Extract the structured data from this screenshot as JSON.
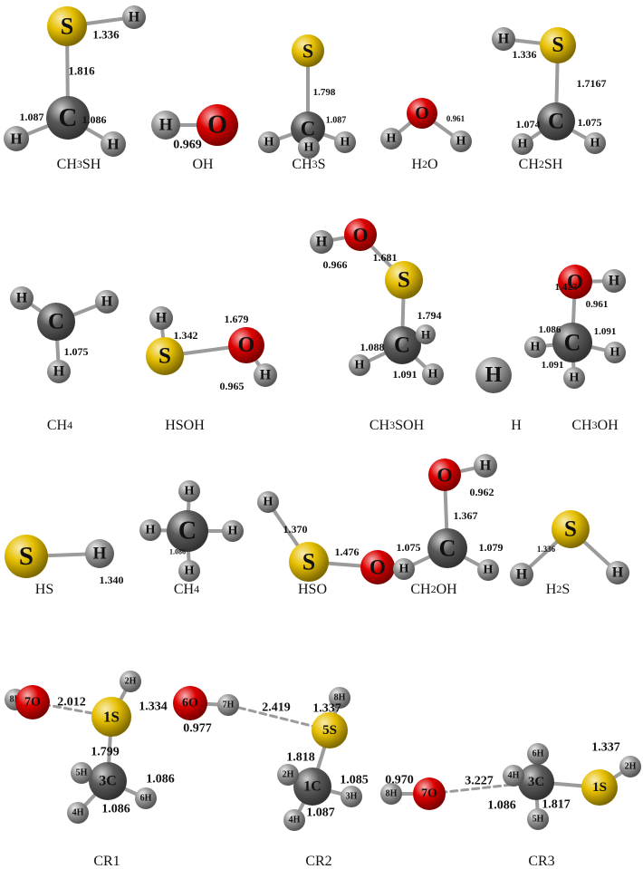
{
  "colors": {
    "S": "#e7c000",
    "O": "#dd0000",
    "C": "#5a5a5a",
    "H": "#9a9a9a",
    "bond": "#9b9b9b",
    "dash": "#9b9b9b"
  },
  "molecules": [
    {
      "name": "CH3SH",
      "atoms": [
        {
          "el": "S",
          "label": "S"
        },
        {
          "el": "H",
          "label": "H"
        },
        {
          "el": "C",
          "label": "C"
        },
        {
          "el": "H",
          "label": "H"
        },
        {
          "el": "H",
          "label": "H"
        }
      ],
      "bonds": [
        {
          "a": 0,
          "b": 1
        },
        {
          "a": 0,
          "b": 2
        },
        {
          "a": 2,
          "b": 3
        },
        {
          "a": 2,
          "b": 4
        }
      ],
      "lengths": [
        "1.336",
        "1.816",
        "1.087",
        "1.086"
      ]
    },
    {
      "name": "OH",
      "atoms": [
        {
          "el": "H",
          "label": "H"
        },
        {
          "el": "O",
          "label": "O"
        }
      ],
      "bonds": [
        {
          "a": 0,
          "b": 1
        }
      ],
      "lengths": [
        "0.969"
      ]
    },
    {
      "name": "CH3S",
      "atoms": [
        {
          "el": "S",
          "label": "S"
        },
        {
          "el": "C",
          "label": "C"
        },
        {
          "el": "H",
          "label": "H"
        },
        {
          "el": "H",
          "label": "H"
        },
        {
          "el": "H",
          "label": "H"
        }
      ],
      "bonds": [
        {
          "a": 0,
          "b": 1
        },
        {
          "a": 1,
          "b": 2
        },
        {
          "a": 1,
          "b": 3
        },
        {
          "a": 1,
          "b": 4
        }
      ],
      "lengths": [
        "1.798",
        "1.087"
      ]
    },
    {
      "name": "H2O",
      "atoms": [
        {
          "el": "O",
          "label": "O"
        },
        {
          "el": "H",
          "label": "H"
        },
        {
          "el": "H",
          "label": "H"
        }
      ],
      "bonds": [
        {
          "a": 0,
          "b": 1
        },
        {
          "a": 0,
          "b": 2
        }
      ],
      "lengths": [
        "0.961"
      ]
    },
    {
      "name": "CH2SH",
      "atoms": [
        {
          "el": "S",
          "label": "S"
        },
        {
          "el": "H",
          "label": "H"
        },
        {
          "el": "C",
          "label": "C"
        },
        {
          "el": "H",
          "label": "H"
        },
        {
          "el": "H",
          "label": "H"
        }
      ],
      "bonds": [
        {
          "a": 0,
          "b": 1
        },
        {
          "a": 0,
          "b": 2
        },
        {
          "a": 2,
          "b": 3
        },
        {
          "a": 2,
          "b": 4
        }
      ],
      "lengths": [
        "1.336",
        "1.7167",
        "1.074",
        "1.075"
      ]
    },
    {
      "name": "CH4",
      "atoms": [
        {
          "el": "C",
          "label": "C"
        },
        {
          "el": "H",
          "label": "H"
        },
        {
          "el": "H",
          "label": "H"
        },
        {
          "el": "H",
          "label": "H"
        }
      ],
      "bonds": [
        {
          "a": 0,
          "b": 1
        },
        {
          "a": 0,
          "b": 2
        },
        {
          "a": 0,
          "b": 3
        }
      ],
      "lengths": [
        "1.075"
      ]
    },
    {
      "name": "HSOH",
      "atoms": [
        {
          "el": "S",
          "label": "S"
        },
        {
          "el": "H",
          "label": "H"
        },
        {
          "el": "O",
          "label": "O"
        },
        {
          "el": "H",
          "label": "H"
        }
      ],
      "bonds": [
        {
          "a": 0,
          "b": 1
        },
        {
          "a": 0,
          "b": 2
        },
        {
          "a": 2,
          "b": 3
        }
      ],
      "lengths": [
        "1.342",
        "1.679",
        "0.965"
      ]
    },
    {
      "name": "CH3SOH",
      "atoms": [
        {
          "el": "H",
          "label": "H"
        },
        {
          "el": "O",
          "label": "O"
        },
        {
          "el": "S",
          "label": "S"
        },
        {
          "el": "C",
          "label": "C"
        },
        {
          "el": "H",
          "label": "H"
        },
        {
          "el": "H",
          "label": "H"
        },
        {
          "el": "H",
          "label": "H"
        }
      ],
      "bonds": [
        {
          "a": 0,
          "b": 1
        },
        {
          "a": 1,
          "b": 2
        },
        {
          "a": 2,
          "b": 3
        },
        {
          "a": 3,
          "b": 4
        },
        {
          "a": 3,
          "b": 5
        },
        {
          "a": 3,
          "b": 6
        }
      ],
      "lengths": [
        "0.966",
        "1.681",
        "1.794",
        "1.088",
        "1.091"
      ]
    },
    {
      "name": "H",
      "atoms": [
        {
          "el": "H",
          "label": "H"
        }
      ],
      "bonds": [],
      "lengths": []
    },
    {
      "name": "CH3OH",
      "atoms": [
        {
          "el": "O",
          "label": "O"
        },
        {
          "el": "H",
          "label": "H"
        },
        {
          "el": "C",
          "label": "C"
        },
        {
          "el": "H",
          "label": "H"
        },
        {
          "el": "H",
          "label": "H"
        },
        {
          "el": "H",
          "label": "H"
        }
      ],
      "bonds": [
        {
          "a": 0,
          "b": 1
        },
        {
          "a": 0,
          "b": 2
        },
        {
          "a": 2,
          "b": 3
        },
        {
          "a": 2,
          "b": 4
        },
        {
          "a": 2,
          "b": 5
        }
      ],
      "lengths": [
        "0.961",
        "1.423",
        "1.086",
        "1.091",
        "1.091"
      ]
    },
    {
      "name": "HS",
      "atoms": [
        {
          "el": "S",
          "label": "S"
        },
        {
          "el": "H",
          "label": "H"
        }
      ],
      "bonds": [
        {
          "a": 0,
          "b": 1
        }
      ],
      "lengths": [
        "1.340"
      ]
    },
    {
      "name": "CH4",
      "atoms": [
        {
          "el": "C",
          "label": "C"
        },
        {
          "el": "H",
          "label": "H"
        },
        {
          "el": "H",
          "label": "H"
        },
        {
          "el": "H",
          "label": "H"
        },
        {
          "el": "H",
          "label": "H"
        }
      ],
      "bonds": [
        {
          "a": 0,
          "b": 1
        },
        {
          "a": 0,
          "b": 2
        },
        {
          "a": 0,
          "b": 3
        },
        {
          "a": 0,
          "b": 4
        }
      ],
      "lengths": [
        "1.086"
      ]
    },
    {
      "name": "HSO",
      "atoms": [
        {
          "el": "H",
          "label": "H"
        },
        {
          "el": "S",
          "label": "S"
        },
        {
          "el": "O",
          "label": "O"
        }
      ],
      "bonds": [
        {
          "a": 0,
          "b": 1
        },
        {
          "a": 1,
          "b": 2
        }
      ],
      "lengths": [
        "1.370",
        "1.476"
      ]
    },
    {
      "name": "CH2OH",
      "atoms": [
        {
          "el": "O",
          "label": "O"
        },
        {
          "el": "H",
          "label": "H"
        },
        {
          "el": "C",
          "label": "C"
        },
        {
          "el": "H",
          "label": "H"
        },
        {
          "el": "H",
          "label": "H"
        }
      ],
      "bonds": [
        {
          "a": 0,
          "b": 1
        },
        {
          "a": 0,
          "b": 2
        },
        {
          "a": 2,
          "b": 3
        },
        {
          "a": 2,
          "b": 4
        }
      ],
      "lengths": [
        "0.962",
        "1.367",
        "1.075",
        "1.079"
      ]
    },
    {
      "name": "H2S",
      "atoms": [
        {
          "el": "S",
          "label": "S"
        },
        {
          "el": "H",
          "label": "H"
        },
        {
          "el": "H",
          "label": "H"
        }
      ],
      "bonds": [
        {
          "a": 0,
          "b": 1
        },
        {
          "a": 0,
          "b": 2
        }
      ],
      "lengths": [
        "1.336"
      ]
    },
    {
      "name": "CR1",
      "atoms": [
        {
          "el": "H",
          "label": "8H"
        },
        {
          "el": "O",
          "label": "7O"
        },
        {
          "el": "S",
          "label": "1S"
        },
        {
          "el": "H",
          "label": "2H"
        },
        {
          "el": "C",
          "label": "3C"
        },
        {
          "el": "H",
          "label": "5H"
        },
        {
          "el": "H",
          "label": "4H"
        },
        {
          "el": "H",
          "label": "6H"
        }
      ],
      "bonds": [
        {
          "a": 0,
          "b": 1
        },
        {
          "a": 1,
          "b": 2,
          "dashed": true
        },
        {
          "a": 2,
          "b": 3
        },
        {
          "a": 2,
          "b": 4
        },
        {
          "a": 4,
          "b": 5
        },
        {
          "a": 4,
          "b": 6
        },
        {
          "a": 4,
          "b": 7
        }
      ],
      "lengths": [
        "2.012",
        "1.334",
        "1.799",
        "1.086",
        "1.086"
      ]
    },
    {
      "name": "CR2",
      "atoms": [
        {
          "el": "O",
          "label": "6O"
        },
        {
          "el": "H",
          "label": "7H"
        },
        {
          "el": "S",
          "label": "5S"
        },
        {
          "el": "H",
          "label": "8H"
        },
        {
          "el": "C",
          "label": "1C"
        },
        {
          "el": "H",
          "label": "2H"
        },
        {
          "el": "H",
          "label": "3H"
        },
        {
          "el": "H",
          "label": "4H"
        }
      ],
      "bonds": [
        {
          "a": 0,
          "b": 1
        },
        {
          "a": 1,
          "b": 2,
          "dashed": true
        },
        {
          "a": 2,
          "b": 3
        },
        {
          "a": 2,
          "b": 4
        },
        {
          "a": 4,
          "b": 5
        },
        {
          "a": 4,
          "b": 6
        },
        {
          "a": 4,
          "b": 7
        }
      ],
      "lengths": [
        "0.977",
        "2.419",
        "1.337",
        "1.818",
        "1.085",
        "1.087"
      ]
    },
    {
      "name": "CR3",
      "atoms": [
        {
          "el": "H",
          "label": "8H"
        },
        {
          "el": "O",
          "label": "7O"
        },
        {
          "el": "C",
          "label": "3C"
        },
        {
          "el": "H",
          "label": "6H"
        },
        {
          "el": "H",
          "label": "4H"
        },
        {
          "el": "H",
          "label": "5H"
        },
        {
          "el": "S",
          "label": "1S"
        },
        {
          "el": "H",
          "label": "2H"
        }
      ],
      "bonds": [
        {
          "a": 0,
          "b": 1
        },
        {
          "a": 1,
          "b": 2,
          "dashed": true
        },
        {
          "a": 2,
          "b": 3
        },
        {
          "a": 2,
          "b": 4
        },
        {
          "a": 2,
          "b": 5
        },
        {
          "a": 2,
          "b": 6
        },
        {
          "a": 6,
          "b": 7
        }
      ],
      "lengths": [
        "0.970",
        "3.227",
        "1.086",
        "1.817",
        "1.337"
      ]
    }
  ]
}
